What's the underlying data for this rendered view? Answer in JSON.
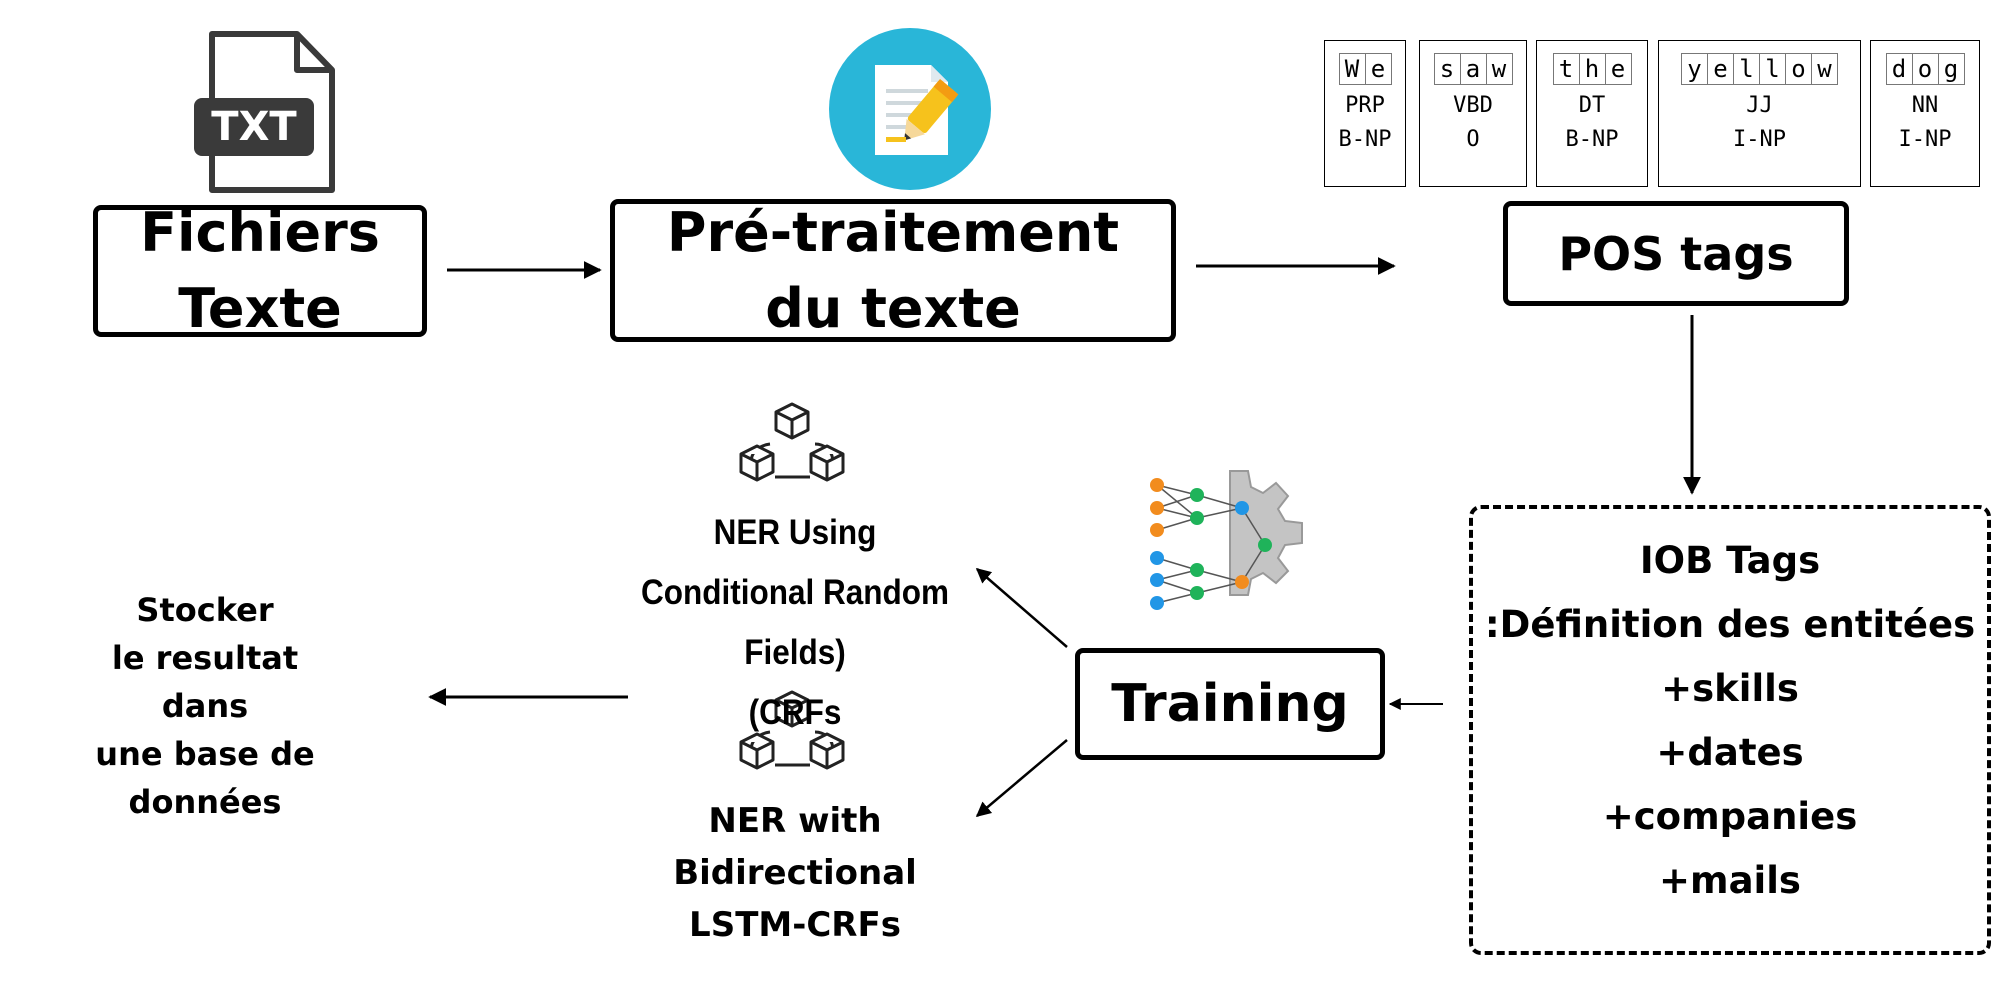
{
  "nodes": {
    "fichiers": {
      "lines": [
        "Fichiers",
        "Texte"
      ]
    },
    "pretraitement": {
      "lines": [
        "Pré-traitement",
        "du texte"
      ]
    },
    "pos_tags": {
      "label": "POS tags"
    },
    "training": {
      "label": "Training"
    },
    "iob": {
      "lines": [
        "IOB Tags",
        ":Définition des entitées",
        "+skills",
        "+dates",
        "+companies",
        "+mails"
      ]
    },
    "crf": {
      "lines": [
        "NER Using",
        "Conditional Random Fields)",
        "(CRFs"
      ]
    },
    "lstm": {
      "lines": [
        "NER with",
        "Bidirectional",
        "LSTM-CRFs"
      ]
    },
    "store": {
      "lines": [
        "Stocker",
        "le resultat",
        "dans",
        "une base de",
        "données"
      ]
    }
  },
  "txt_icon": {
    "label": "TXT"
  },
  "pos_example": [
    {
      "word": "We",
      "tag": "PRP",
      "chunk": "B-NP"
    },
    {
      "word": "saw",
      "tag": "VBD",
      "chunk": "O"
    },
    {
      "word": "the",
      "tag": "DT",
      "chunk": "B-NP"
    },
    {
      "word": "yellow",
      "tag": "JJ",
      "chunk": "I-NP"
    },
    {
      "word": "dog",
      "tag": "NN",
      "chunk": "I-NP"
    }
  ],
  "icons": [
    "txt-file-icon",
    "document-edit-icon",
    "model-blocks-icon",
    "neural-network-gear-icon"
  ],
  "colors": {
    "accent_teal": "#29b6d8",
    "node_orange": "#f28c1e",
    "node_green": "#1fb35a",
    "node_blue": "#2196e6",
    "gear_gray": "#c4c4c4"
  }
}
